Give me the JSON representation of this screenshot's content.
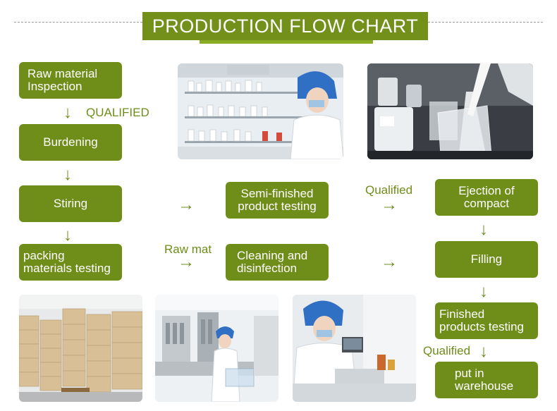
{
  "title": "PRODUCTION FLOW CHART",
  "steps": {
    "raw_material_1": "Raw material",
    "raw_material_2": "Inspection",
    "burdening": "Burdening",
    "stiring": "Stiring",
    "packing_1": "packing",
    "packing_2": "materials testing",
    "semi_1": "Semi-finished",
    "semi_2": "product testing",
    "cleaning_1": "Cleaning and",
    "cleaning_2": "disinfection",
    "ejection_1": "Ejection of",
    "ejection_2": "compact",
    "filling": "Filling",
    "finished_1": "Finished",
    "finished_2": "products testing",
    "warehouse_1": "put in",
    "warehouse_2": "warehouse"
  },
  "labels": {
    "qualified_caps": "QUALIFIED",
    "qualified_1": "Qualified",
    "raw_mat": "Raw mat",
    "qualified_2": "Qualified"
  },
  "glyphs": {
    "down": "↓",
    "right": "→"
  },
  "colors": {
    "accent": "#6f8d19",
    "title_bg": "#72901a"
  },
  "photos": [
    "lab-shelves-photo",
    "beaker-pouring-photo",
    "carton-warehouse-photo",
    "filling-machine-photo",
    "lab-technician-photo"
  ]
}
